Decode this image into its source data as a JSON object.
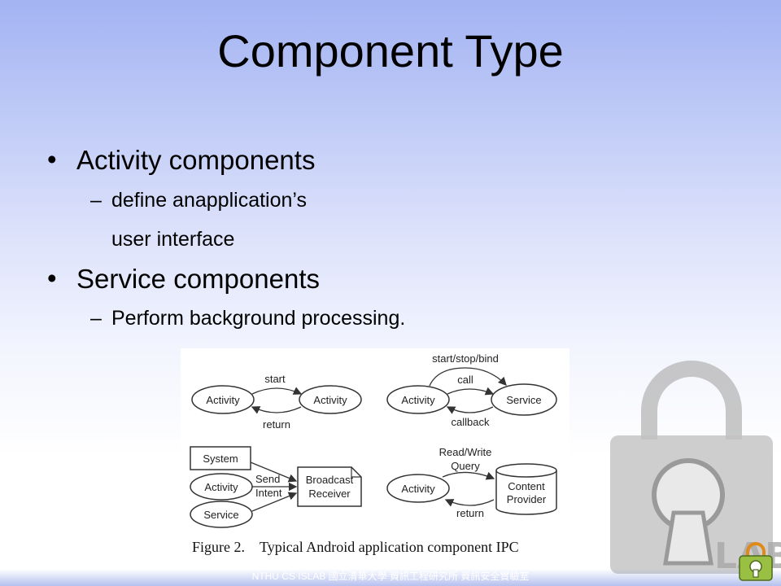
{
  "slide": {
    "title": "Component Type",
    "bullets": [
      {
        "text": "Activity components",
        "sub": [
          "define anapplication’s",
          "user interface"
        ]
      },
      {
        "text": "Service components",
        "sub": [
          "Perform background processing."
        ]
      }
    ]
  },
  "figure": {
    "caption_label": "Figure 2.",
    "caption_text": "Typical Android application component IPC",
    "diagrams": {
      "activity_to_activity": {
        "left": "Activity",
        "right": "Activity",
        "top_arrow": "start",
        "bottom_arrow": "return"
      },
      "activity_to_service": {
        "top_label": "start/stop/bind",
        "left": "Activity",
        "right": "Service",
        "top_arrow": "call",
        "bottom_arrow": "callback"
      },
      "broadcast": {
        "sources": [
          "System",
          "Activity",
          "Service"
        ],
        "arrow_label_1": "Send",
        "arrow_label_2": "Intent",
        "target_1": "Broadcast",
        "target_2": "Receiver"
      },
      "content_provider": {
        "top_label_1": "Read/Write",
        "top_label_2": "Query",
        "left": "Activity",
        "right_1": "Content",
        "right_2": "Provider",
        "bottom_arrow": "return"
      }
    }
  },
  "footer": {
    "text": "NTHU CS ISLAB 國立清華大學 資訊工程研究所 資訊安全實驗室"
  },
  "colors": {
    "background_top": "#a3b3f3",
    "background_bottom": "#ffffff",
    "watermark": "#b9b9b9"
  },
  "icons": [
    "lock-watermark",
    "islab-logo"
  ]
}
